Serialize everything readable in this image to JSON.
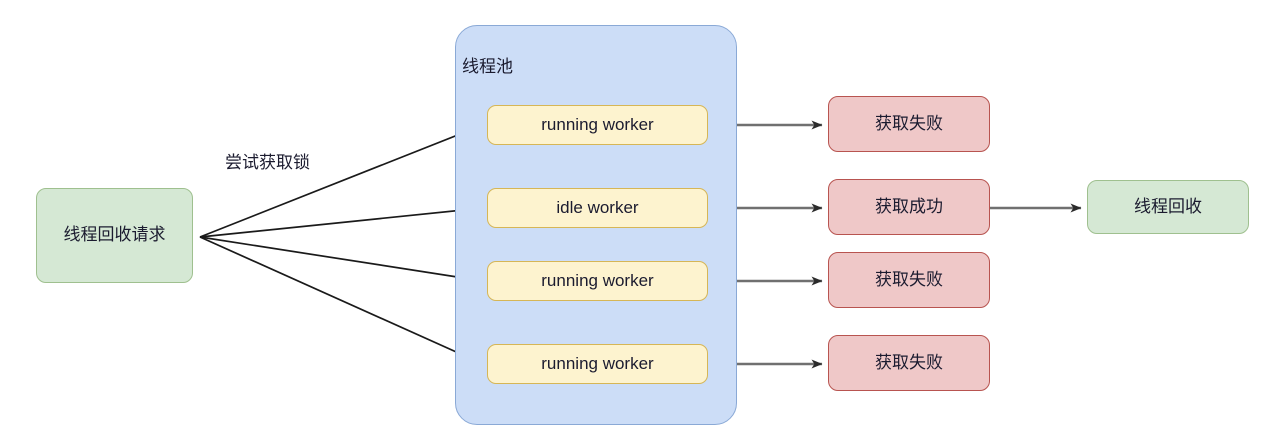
{
  "diagram": {
    "title_label": "线程池",
    "source_node": {
      "label": "线程回收请求"
    },
    "fanout_label": "尝试获取锁",
    "pool": {
      "label": "线程池",
      "workers": [
        {
          "label": "running worker"
        },
        {
          "label": "idle worker"
        },
        {
          "label": "running worker"
        },
        {
          "label": "running worker"
        }
      ]
    },
    "results": [
      {
        "label": "获取失败"
      },
      {
        "label": "获取成功"
      },
      {
        "label": "获取失败"
      },
      {
        "label": "获取失败"
      }
    ],
    "final_node": {
      "label": "线程回收"
    },
    "colors": {
      "green_fill": "#d5e8d4",
      "green_stroke": "#9fc08f",
      "yellow_fill": "#fdf3cf",
      "yellow_stroke": "#d6b656",
      "red_fill": "#efc8c8",
      "red_stroke": "#b85450",
      "pool_fill": "#ccddf7",
      "pool_stroke": "#8aa9d6",
      "edge_stroke": "#707070",
      "fanout_stroke": "#1a1a1a"
    }
  }
}
